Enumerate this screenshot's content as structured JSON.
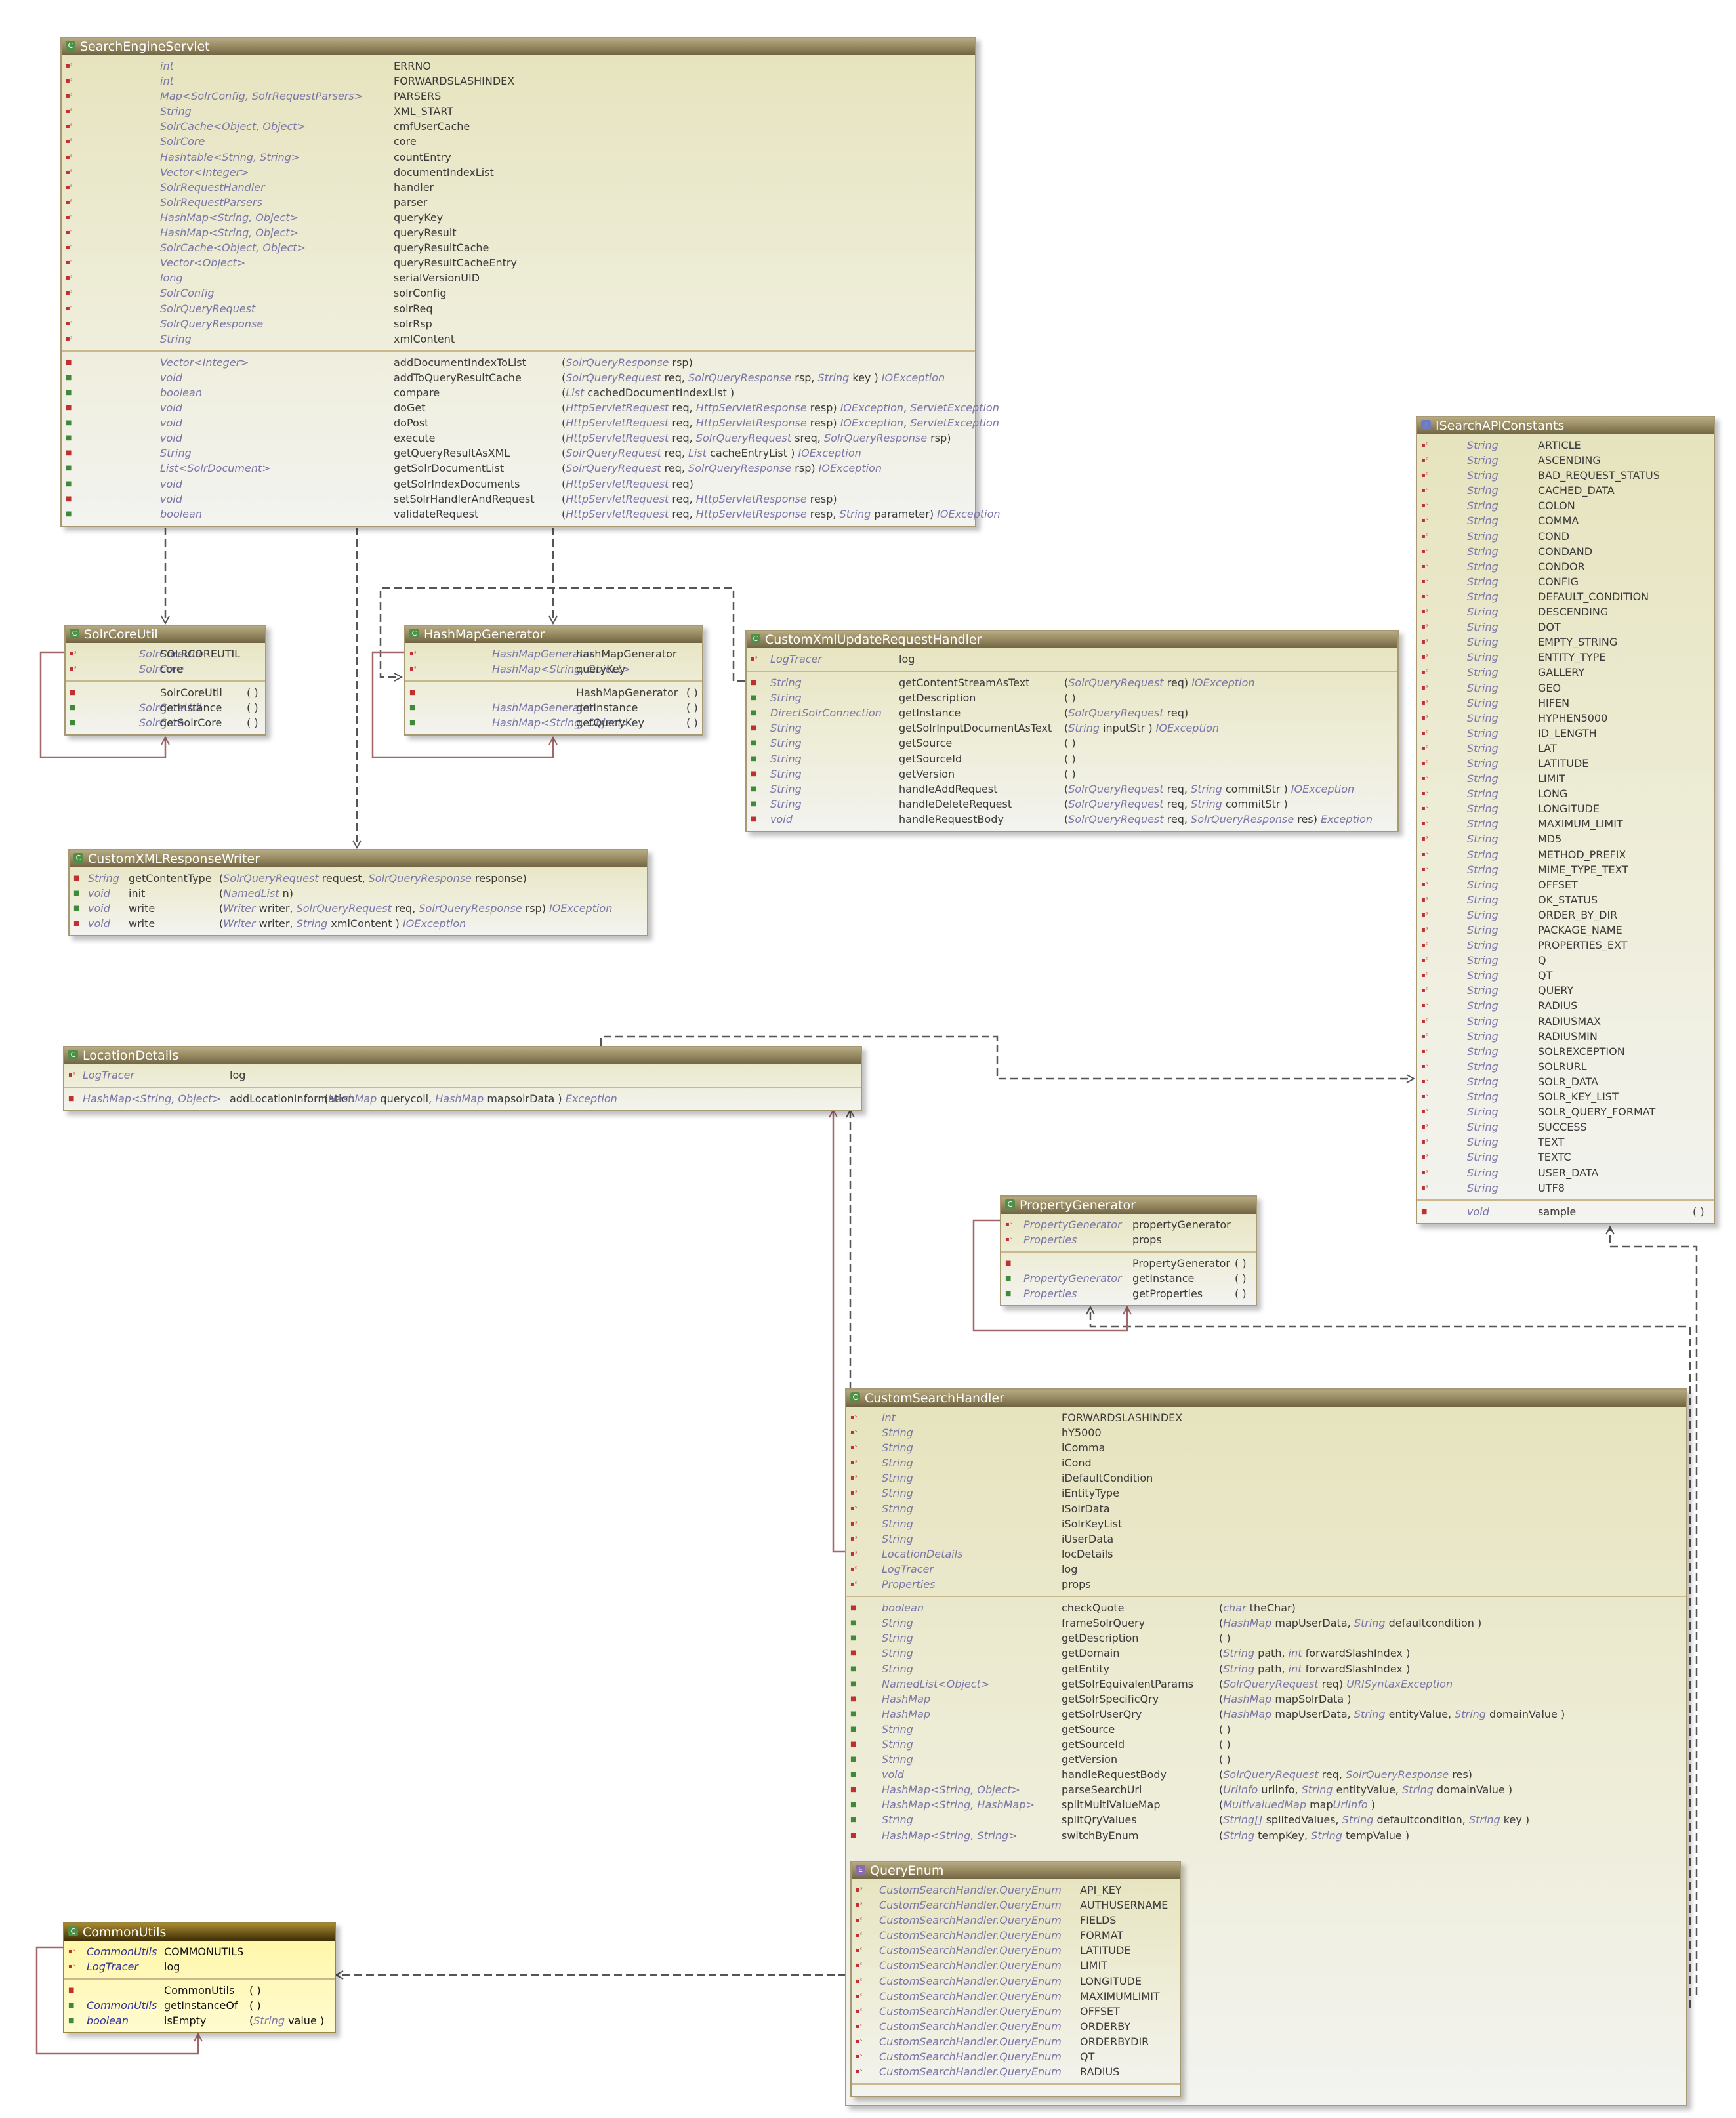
{
  "colors": {
    "header": "#8f835a",
    "body": "#e9e7c6",
    "edge_dep": "#555555",
    "edge_self": "#a06868",
    "commonutils_body": "#fff6a2"
  },
  "classes": {
    "search_engine_servlet": {
      "title": "SearchEngineServlet",
      "fields": [
        [
          "int",
          "ERRNO"
        ],
        [
          "int",
          "FORWARDSLASHINDEX"
        ],
        [
          "Map<SolrConfig, SolrRequestParsers>",
          "PARSERS"
        ],
        [
          "String",
          "XML_START"
        ],
        [
          "SolrCache<Object, Object>",
          "cmfUserCache"
        ],
        [
          "SolrCore",
          "core"
        ],
        [
          "Hashtable<String, String>",
          "countEntry"
        ],
        [
          "Vector<Integer>",
          "documentIndexList"
        ],
        [
          "SolrRequestHandler",
          "handler"
        ],
        [
          "SolrRequestParsers",
          "parser"
        ],
        [
          "HashMap<String, Object>",
          "queryKey"
        ],
        [
          "HashMap<String, Object>",
          "queryResult"
        ],
        [
          "SolrCache<Object, Object>",
          "queryResultCache"
        ],
        [
          "Vector<Object>",
          "queryResultCacheEntry"
        ],
        [
          "long",
          "serialVersionUID"
        ],
        [
          "SolrConfig",
          "solrConfig"
        ],
        [
          "SolrQueryRequest",
          "solrReq"
        ],
        [
          "SolrQueryResponse",
          "solrRsp"
        ],
        [
          "String",
          "xmlContent"
        ]
      ],
      "methods": [
        [
          "Vector<Integer>",
          "addDocumentIndexToList",
          "(SolrQueryResponse   rsp)"
        ],
        [
          "void",
          "addToQueryResultCache",
          "(SolrQueryRequest   req, SolrQueryResponse   rsp, String   key ) IOException"
        ],
        [
          "boolean",
          "compare",
          "(List<Integer>   cachedDocumentIndexList )"
        ],
        [
          "void",
          "doGet",
          "(HttpServletRequest   req, HttpServletResponse   resp) IOException,  ServletException"
        ],
        [
          "void",
          "doPost",
          "(HttpServletRequest   req, HttpServletResponse   resp) IOException,  ServletException"
        ],
        [
          "void",
          "execute",
          "(HttpServletRequest   req, SolrQueryRequest   sreq, SolrQueryResponse   rsp)"
        ],
        [
          "String",
          "getQueryResultAsXML",
          "(SolrQueryRequest   req, List<SolrDocument>   cacheEntryList ) IOException"
        ],
        [
          "List<SolrDocument>",
          "getSolrDocumentList",
          "(SolrQueryRequest   req, SolrQueryResponse   rsp) IOException"
        ],
        [
          "void",
          "getSolrIndexDocuments",
          "(HttpServletRequest   req)"
        ],
        [
          "void",
          "setSolrHandlerAndRequest",
          "(HttpServletRequest   req, HttpServletResponse   resp)"
        ],
        [
          "boolean",
          "validateRequest",
          "(HttpServletRequest   req, HttpServletResponse   resp, String   parameter) IOException"
        ]
      ]
    },
    "solr_core_util": {
      "title": "SolrCoreUtil",
      "fields": [
        [
          "SolrCoreUtil",
          "SOLRCOREUTIL"
        ],
        [
          "SolrCore",
          "core"
        ]
      ],
      "methods": [
        [
          "",
          "SolrCoreUtil",
          "( )"
        ],
        [
          "SolrCoreUtil",
          "getInstance",
          "( )"
        ],
        [
          "SolrCore",
          "getSolrCore",
          "( )"
        ]
      ]
    },
    "hash_map_generator": {
      "title": "HashMapGenerator",
      "fields": [
        [
          "HashMapGenerator",
          "hashMapGenerator"
        ],
        [
          "HashMap<String, Object>",
          "queryKey"
        ]
      ],
      "methods": [
        [
          "",
          "HashMapGenerator",
          "( )"
        ],
        [
          "HashMapGenerator",
          "getInstance",
          "( )"
        ],
        [
          "HashMap<String, Object>",
          "getQueryKey",
          "( )"
        ]
      ]
    },
    "custom_xml_update_request_handler": {
      "title": "CustomXmlUpdateRequestHandler",
      "fields": [
        [
          "LogTracer",
          "log"
        ]
      ],
      "methods": [
        [
          "String",
          "getContentStreamAsText",
          "(SolrQueryRequest   req) IOException"
        ],
        [
          "String",
          "getDescription",
          "( )"
        ],
        [
          "DirectSolrConnection",
          "getInstance",
          "(SolrQueryRequest   req)"
        ],
        [
          "String",
          "getSolrInputDocumentAsText",
          "(String   inputStr ) IOException"
        ],
        [
          "String",
          "getSource",
          "( )"
        ],
        [
          "String",
          "getSourceId",
          "( )"
        ],
        [
          "String",
          "getVersion",
          "( )"
        ],
        [
          "String",
          "handleAddRequest",
          "(SolrQueryRequest   req, String   commitStr ) IOException"
        ],
        [
          "String",
          "handleDeleteRequest",
          "(SolrQueryRequest   req, String   commitStr )"
        ],
        [
          "void",
          "handleRequestBody",
          "(SolrQueryRequest   req, SolrQueryResponse   res) Exception"
        ]
      ]
    },
    "custom_xml_response_writer": {
      "title": "CustomXMLResponseWriter",
      "methods": [
        [
          "String",
          "getContentType",
          "(SolrQueryRequest   request, SolrQueryResponse   response)"
        ],
        [
          "void",
          "init",
          "(NamedList   n)"
        ],
        [
          "void",
          "write",
          "(Writer   writer, SolrQueryRequest   req, SolrQueryResponse   rsp) IOException"
        ],
        [
          "void",
          "write",
          "(Writer   writer, String   xmlContent ) IOException"
        ]
      ]
    },
    "location_details": {
      "title": "LocationDetails",
      "fields": [
        [
          "LogTracer",
          "log"
        ]
      ],
      "methods": [
        [
          "HashMap<String, Object>",
          "addLocationInformation",
          "(HashMap<String, Object>   querycoll,  HashMap<String, String>   mapsolrData ) Exception"
        ]
      ]
    },
    "isearch_api_constants": {
      "title": "ISearchAPIConstants",
      "fields": [
        [
          "String",
          "ARTICLE"
        ],
        [
          "String",
          "ASCENDING"
        ],
        [
          "String",
          "BAD_REQUEST_STATUS"
        ],
        [
          "String",
          "CACHED_DATA"
        ],
        [
          "String",
          "COLON"
        ],
        [
          "String",
          "COMMA"
        ],
        [
          "String",
          "COND"
        ],
        [
          "String",
          "CONDAND"
        ],
        [
          "String",
          "CONDOR"
        ],
        [
          "String",
          "CONFIG"
        ],
        [
          "String",
          "DEFAULT_CONDITION"
        ],
        [
          "String",
          "DESCENDING"
        ],
        [
          "String",
          "DOT"
        ],
        [
          "String",
          "EMPTY_STRING"
        ],
        [
          "String",
          "ENTITY_TYPE"
        ],
        [
          "String",
          "GALLERY"
        ],
        [
          "String",
          "GEO"
        ],
        [
          "String",
          "HIFEN"
        ],
        [
          "String",
          "HYPHEN5000"
        ],
        [
          "String",
          "ID_LENGTH"
        ],
        [
          "String",
          "LAT"
        ],
        [
          "String",
          "LATITUDE"
        ],
        [
          "String",
          "LIMIT"
        ],
        [
          "String",
          "LONG"
        ],
        [
          "String",
          "LONGITUDE"
        ],
        [
          "String",
          "MAXIMUM_LIMIT"
        ],
        [
          "String",
          "MD5"
        ],
        [
          "String",
          "METHOD_PREFIX"
        ],
        [
          "String",
          "MIME_TYPE_TEXT"
        ],
        [
          "String",
          "OFFSET"
        ],
        [
          "String",
          "OK_STATUS"
        ],
        [
          "String",
          "ORDER_BY_DIR"
        ],
        [
          "String",
          "PACKAGE_NAME"
        ],
        [
          "String",
          "PROPERTIES_EXT"
        ],
        [
          "String",
          "Q"
        ],
        [
          "String",
          "QT"
        ],
        [
          "String",
          "QUERY"
        ],
        [
          "String",
          "RADIUS"
        ],
        [
          "String",
          "RADIUSMAX"
        ],
        [
          "String",
          "RADIUSMIN"
        ],
        [
          "String",
          "SOLREXCEPTION"
        ],
        [
          "String",
          "SOLRURL"
        ],
        [
          "String",
          "SOLR_DATA"
        ],
        [
          "String",
          "SOLR_KEY_LIST"
        ],
        [
          "String",
          "SOLR_QUERY_FORMAT"
        ],
        [
          "String",
          "SUCCESS"
        ],
        [
          "String",
          "TEXT"
        ],
        [
          "String",
          "TEXTC"
        ],
        [
          "String",
          "USER_DATA"
        ],
        [
          "String",
          "UTF8"
        ]
      ],
      "methods": [
        [
          "void",
          "sample",
          "( )"
        ]
      ]
    },
    "property_generator": {
      "title": "PropertyGenerator",
      "fields": [
        [
          "PropertyGenerator",
          "propertyGenerator"
        ],
        [
          "Properties",
          "props"
        ]
      ],
      "methods": [
        [
          "",
          "PropertyGenerator",
          "( )"
        ],
        [
          "PropertyGenerator",
          "getInstance",
          "( )"
        ],
        [
          "Properties",
          "getProperties",
          "( )"
        ]
      ]
    },
    "custom_search_handler": {
      "title": "CustomSearchHandler",
      "fields": [
        [
          "int",
          "FORWARDSLASHINDEX"
        ],
        [
          "String",
          "hY5000"
        ],
        [
          "String",
          "iComma"
        ],
        [
          "String",
          "iCond"
        ],
        [
          "String",
          "iDefaultCondition"
        ],
        [
          "String",
          "iEntityType"
        ],
        [
          "String",
          "iSolrData"
        ],
        [
          "String",
          "iSolrKeyList"
        ],
        [
          "String",
          "iUserData"
        ],
        [
          "LocationDetails",
          "locDetails"
        ],
        [
          "LogTracer",
          "log"
        ],
        [
          "Properties",
          "props"
        ]
      ],
      "methods": [
        [
          "boolean",
          "checkQuote",
          "(char   theChar)"
        ],
        [
          "String",
          "frameSolrQuery",
          "(HashMap<String, String>     mapUserData, String   defaultcondition )"
        ],
        [
          "String",
          "getDescription",
          "( )"
        ],
        [
          "String",
          "getDomain",
          "(String   path, int   forwardSlashIndex )"
        ],
        [
          "String",
          "getEntity",
          "(String   path, int   forwardSlashIndex )"
        ],
        [
          "NamedList<Object>",
          "getSolrEquivalentParams",
          "(SolrQueryRequest     req) URISyntaxException"
        ],
        [
          "HashMap",
          "getSolrSpecificQry",
          "(HashMap<String, String>     mapSolrData )"
        ],
        [
          "HashMap",
          "getSolrUserQry",
          "(HashMap<String, String>     mapUserData, String   entityValue,  String   domainValue )"
        ],
        [
          "String",
          "getSource",
          "( )"
        ],
        [
          "String",
          "getSourceId",
          "( )"
        ],
        [
          "String",
          "getVersion",
          "( )"
        ],
        [
          "void",
          "handleRequestBody",
          "(SolrQueryRequest   req, SolrQueryResponse   res)"
        ],
        [
          "HashMap<String, Object>",
          "parseSearchUrl",
          "(UriInfo   uriinfo,  String   entityValue,  String   domainValue )"
        ],
        [
          "HashMap<String, HashMap>",
          "splitMultiValueMap",
          "(MultivaluedMap<String, String>     mapUriInfo )"
        ],
        [
          "String",
          "splitQryValues",
          "(String[]   splitedValues,  String   defaultcondition,  String   key )"
        ],
        [
          "HashMap<String, String>",
          "switchByEnum",
          "(String   tempKey,  String   tempValue )"
        ]
      ]
    },
    "query_enum": {
      "title": "QueryEnum",
      "fields": [
        [
          "CustomSearchHandler.QueryEnum",
          "API_KEY"
        ],
        [
          "CustomSearchHandler.QueryEnum",
          "AUTHUSERNAME"
        ],
        [
          "CustomSearchHandler.QueryEnum",
          "FIELDS"
        ],
        [
          "CustomSearchHandler.QueryEnum",
          "FORMAT"
        ],
        [
          "CustomSearchHandler.QueryEnum",
          "LATITUDE"
        ],
        [
          "CustomSearchHandler.QueryEnum",
          "LIMIT"
        ],
        [
          "CustomSearchHandler.QueryEnum",
          "LONGITUDE"
        ],
        [
          "CustomSearchHandler.QueryEnum",
          "MAXIMUMLIMIT"
        ],
        [
          "CustomSearchHandler.QueryEnum",
          "OFFSET"
        ],
        [
          "CustomSearchHandler.QueryEnum",
          "ORDERBY"
        ],
        [
          "CustomSearchHandler.QueryEnum",
          "ORDERBYDIR"
        ],
        [
          "CustomSearchHandler.QueryEnum",
          "QT"
        ],
        [
          "CustomSearchHandler.QueryEnum",
          "RADIUS"
        ]
      ],
      "methods": []
    },
    "common_utils": {
      "title": "CommonUtils",
      "fields": [
        [
          "CommonUtils",
          "COMMONUTILS"
        ],
        [
          "LogTracer",
          "log"
        ]
      ],
      "methods": [
        [
          "",
          "CommonUtils",
          "( )"
        ],
        [
          "CommonUtils",
          "getInstanceOf",
          "( )"
        ],
        [
          "boolean",
          "isEmpty",
          "(String   value )"
        ]
      ]
    }
  }
}
